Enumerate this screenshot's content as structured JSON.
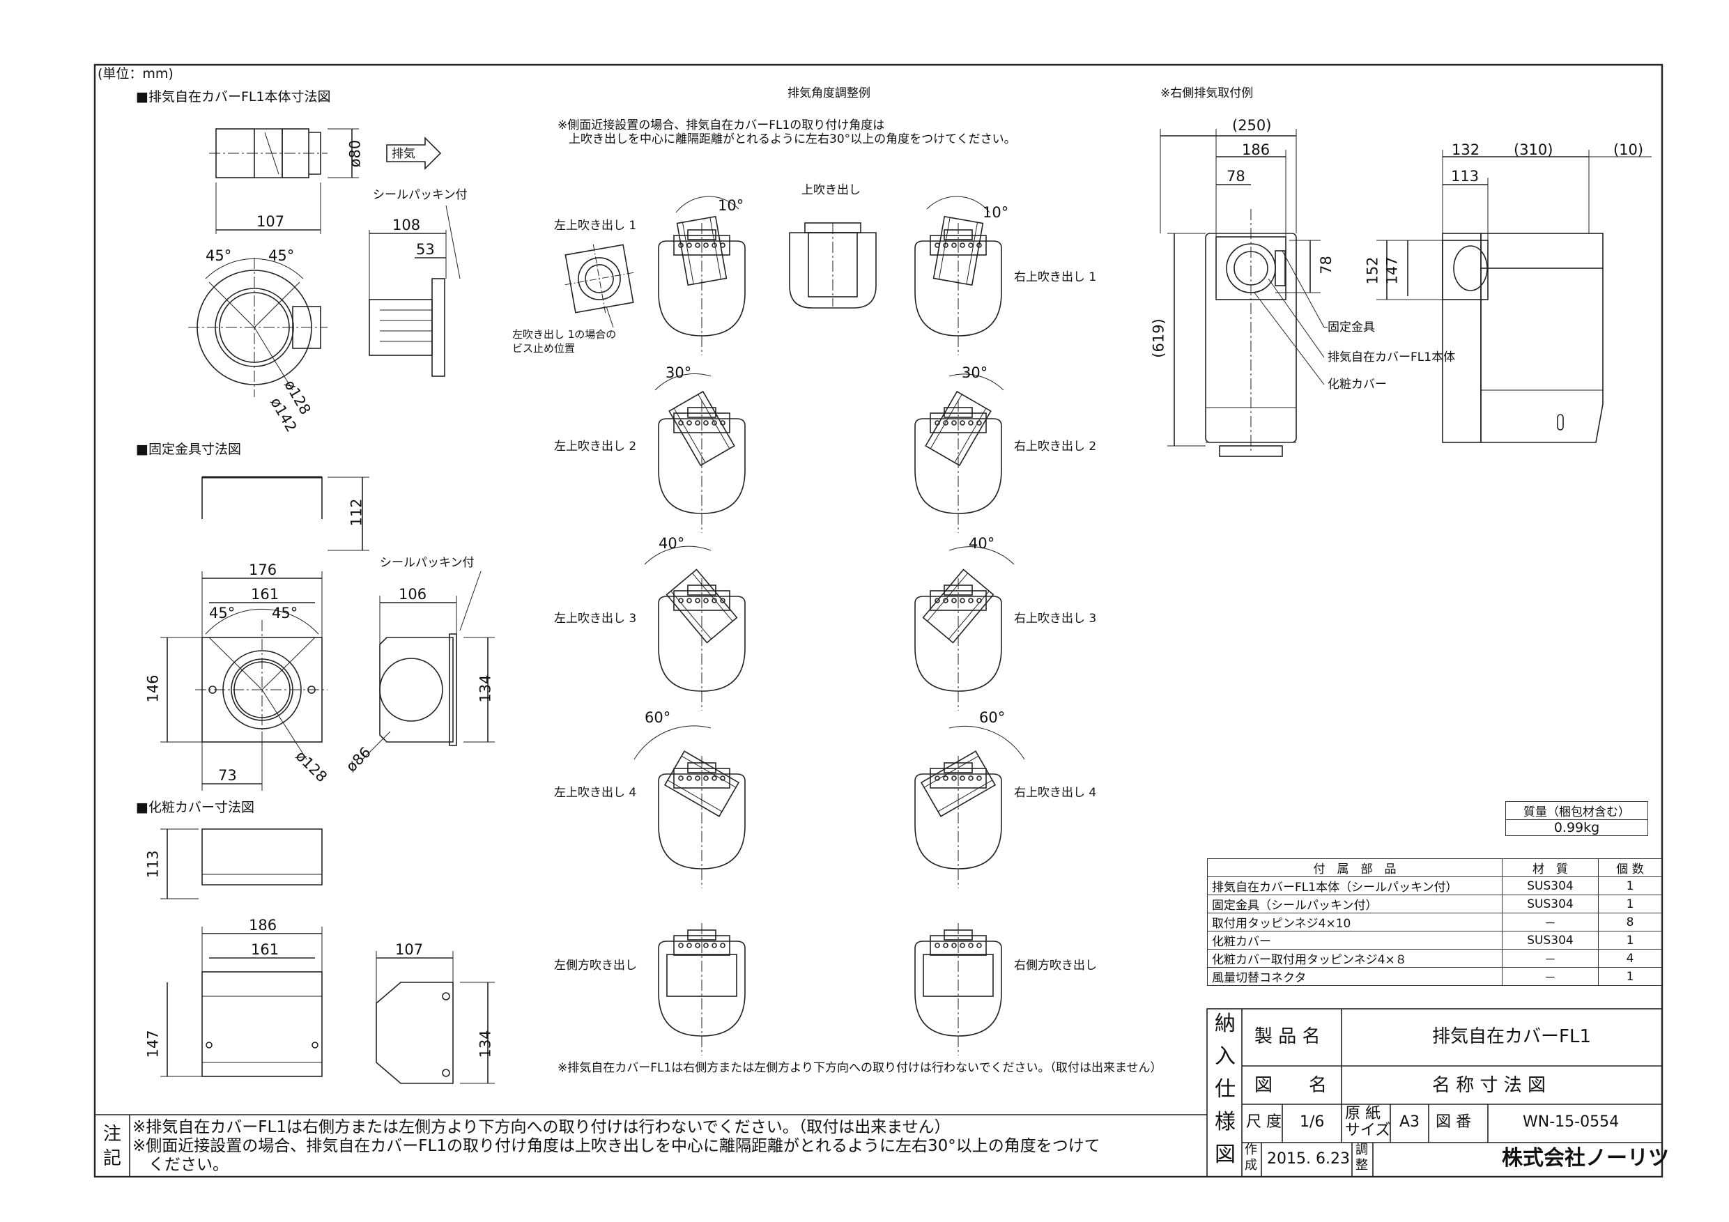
{
  "unit_label": "(単位：mm)",
  "sections": {
    "body_dim_title": "■排気自在カバーFL1本体寸法図",
    "bracket_dim_title": "■固定金具寸法図",
    "cover_dim_title": "■化粧カバー寸法図",
    "adjust_title": "排気角度調整例",
    "adjust_note_1": "※側面近接設置の場合、排気自在カバーFL1の取り付け角度は",
    "adjust_note_2": "上吹き出しを中心に離隔距離がとれるように左右30°以上の角度をつけてください。",
    "right_side_title": "※右側排気取付例"
  },
  "body_dims": {
    "exhaust_arrow": "排気",
    "d80": "ø80",
    "w107": "107",
    "seal": "シールパッキン付",
    "w108": "108",
    "w53": "53",
    "a45l": "45°",
    "a45r": "45°",
    "d128": "ø128",
    "d142": "ø142"
  },
  "bracket_dims": {
    "h112": "112",
    "w176": "176",
    "w161": "161",
    "a45l": "45°",
    "a45r": "45°",
    "h146": "146",
    "w73": "73",
    "d128": "ø128",
    "seal": "シールパッキン付",
    "w106": "106",
    "h134": "134",
    "d86": "ø86"
  },
  "cover_dims": {
    "h113": "113",
    "w186": "186",
    "w161": "161",
    "h147": "147",
    "w107": "107",
    "h134": "134"
  },
  "adjust": {
    "top": "上吹き出し",
    "l1": "左上吹き出し 1",
    "r1": "右上吹き出し 1",
    "l2": "左上吹き出し 2",
    "r2": "右上吹き出し 2",
    "l3": "左上吹き出し 3",
    "r3": "右上吹き出し 3",
    "l4": "左上吹き出し 4",
    "r4": "右上吹き出し 4",
    "ls": "左側方吹き出し",
    "rs": "右側方吹き出し",
    "a10l": "10°",
    "a10r": "10°",
    "a30l": "30°",
    "a30r": "30°",
    "a40l": "40°",
    "a40r": "40°",
    "a60l": "60°",
    "a60r": "60°",
    "screw_note_1": "左吹き出し 1の場合の",
    "screw_note_2": "ビス止め位置",
    "bottom_note": "※排気自在カバーFL1は右側方または左側方より下方向への取り付けは行わないでください。（取付は出来ません）"
  },
  "right_side": {
    "w250": "(250)",
    "w186": "186",
    "w78": "78",
    "h78": "78",
    "h619": "(619)",
    "w132": "132",
    "w310": "(310)",
    "w10": "(10)",
    "w113": "113",
    "h152": "152",
    "h147": "147",
    "label_bracket": "固定金具",
    "label_body": "排気自在カバーFL1本体",
    "label_cover": "化粧カバー"
  },
  "mass": {
    "header": "質量（梱包材含む）",
    "value": "0.99kg"
  },
  "parts_table": {
    "headers": [
      "付　属　部　品",
      "材　質",
      "個 数"
    ],
    "rows": [
      [
        "排気自在カバーFL1本体（シールパッキン付）",
        "SUS304",
        "1"
      ],
      [
        "固定金具（シールパッキン付）",
        "SUS304",
        "1"
      ],
      [
        "取付用タッピンネジ4×10",
        "－",
        "8"
      ],
      [
        "化粧カバー",
        "SUS304",
        "1"
      ],
      [
        "化粧カバー取付用タッピンネジ4×８",
        "－",
        "4"
      ],
      [
        "風量切替コネクタ",
        "－",
        "1"
      ]
    ]
  },
  "title_block": {
    "side_label": [
      "納",
      "入",
      "仕",
      "様",
      "図"
    ],
    "product_label": "製 品 名",
    "product_value": "排気自在カバーFL1",
    "drawing_label": "図　　名",
    "drawing_value": "名 称 寸 法 図",
    "scale_label": "尺 度",
    "scale_value": "1/6",
    "paper_label_1": "原 紙",
    "paper_label_2": "サイズ",
    "paper_value": "A3",
    "dwg_no_label": "図 番",
    "dwg_no_value": "WN-15-0554",
    "made_label_1": "作",
    "made_label_2": "成",
    "made_value": "2015. 6.23",
    "adj_label_1": "調",
    "adj_label_2": "整",
    "company": "株式会社ノーリツ"
  },
  "notes": {
    "label_1": "注",
    "label_2": "記",
    "line1": "※排気自在カバーFL1は右側方または左側方より下方向への取り付けは行わないでください。（取付は出来ません）",
    "line2": "※側面近接設置の場合、排気自在カバーFL1の取り付け角度は上吹き出しを中心に離隔距離がとれるように左右30°以上の角度をつけて",
    "line3": "　ください。"
  }
}
